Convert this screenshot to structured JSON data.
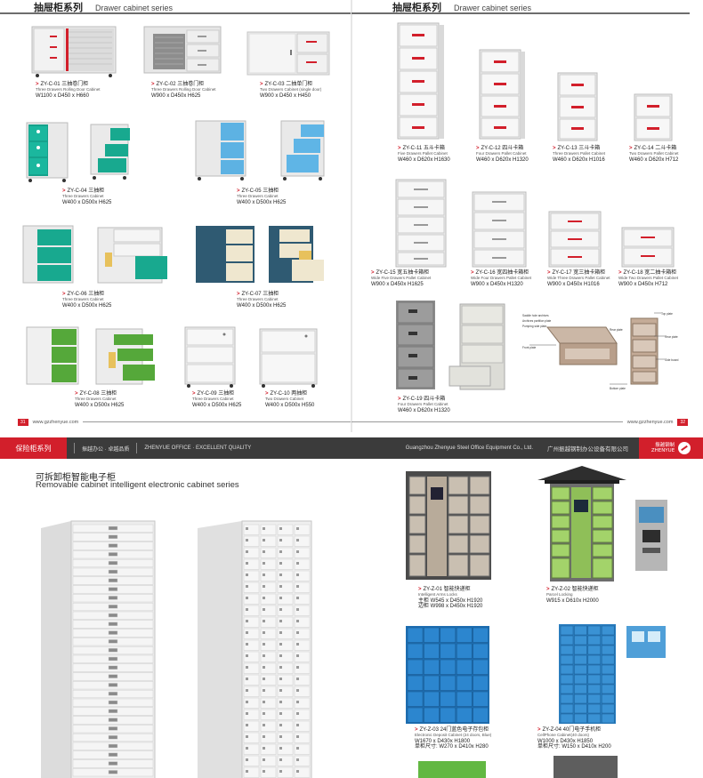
{
  "top_left": {
    "section_cn": "抽屉柜系列",
    "section_en": "Drawer cabinet series",
    "page_number": "31",
    "url": "www.gzzhenyue.com",
    "products": [
      {
        "code": "ZY-C-01 三抽卷门柜",
        "en": "Three Drawers Rolling Door Cabinet",
        "dim": "W1100 x D450 x H660"
      },
      {
        "code": "ZY-C-02 三抽卷门柜",
        "en": "Three Drawers Rolling Door Cabinet",
        "dim": "W900 x D450x H625"
      },
      {
        "code": "ZY-C-03 二抽单门柜",
        "en": "Two Drawers Cabinet (single door)",
        "dim": "W900 x D450 x H450"
      },
      {
        "code": "ZY-C-04 三抽柜",
        "en": "Three Drawers Cabinet",
        "dim": "W400 x D500x H625"
      },
      {
        "code": "ZY-C-05 三抽柜",
        "en": "Three Drawers Cabinet",
        "dim": "W400 x D500x H625"
      },
      {
        "code": "ZY-C-06 三抽柜",
        "en": "Three Drawers Cabinet",
        "dim": "W400 x D500x H625"
      },
      {
        "code": "ZY-C-07 三抽柜",
        "en": "Three Drawers Cabinet",
        "dim": "W400 x D500x H625"
      },
      {
        "code": "ZY-C-08 三抽柜",
        "en": "Three Drawers Cabinet",
        "dim": "W400 x D500x H625"
      },
      {
        "code": "ZY-C-09 三抽柜",
        "en": "Three Drawers Cabinet",
        "dim": "W400 x D500x H625"
      },
      {
        "code": "ZY-C-10 两抽柜",
        "en": "Two Drawers Cabinet",
        "dim": "W400 x D500x H550"
      }
    ]
  },
  "top_right": {
    "section_cn": "抽屉柜系列",
    "section_en": "Drawer cabinet series",
    "page_number": "32",
    "url": "www.gzzhenyue.com",
    "products": [
      {
        "code": "ZY-C-11 五斗卡箱",
        "en": "Five Drawers Pallet Cabinet",
        "dim": "W460 x D620x H1630"
      },
      {
        "code": "ZY-C-12 四斗卡箱",
        "en": "Four Drawers Pallet Cabinet",
        "dim": "W460 x D620x H1320"
      },
      {
        "code": "ZY-C-13 三斗卡箱",
        "en": "Three Drawers Pallet Cabinet",
        "dim": "W460 x D620x H1016"
      },
      {
        "code": "ZY-C-14 二斗卡箱",
        "en": "Two Drawers Pallet Cabinet",
        "dim": "W460 x D620x H712"
      },
      {
        "code": "ZY-C-15 宽五抽卡箱柜",
        "en": "Wide Five Drawers Pallet Cabinet",
        "dim": "W900 x D450x H1625"
      },
      {
        "code": "ZY-C-16 宽四抽卡箱柜",
        "en": "Wide Four Drawers Pallet Cabinet",
        "dim": "W900 x D450x H1320"
      },
      {
        "code": "ZY-C-17 宽三抽卡箱柜",
        "en": "Wide Three Drawers Pallet Cabinet",
        "dim": "W900 x D450x H1016"
      },
      {
        "code": "ZY-C-18 宽二抽卡箱柜",
        "en": "Wide Two Drawers Pallet Cabinet",
        "dim": "W900 x D450x H712"
      },
      {
        "code": "ZY-C-19 四斗卡箱",
        "en": "Four Drawers Pallet Cabinet",
        "dim": "W460 x D620x H1320"
      }
    ],
    "diagram_labels": {
      "top_plate": "Top plate",
      "rear_plate": "Rear plate",
      "side_board": "Side board",
      "bottom_plate": "Bottom plate",
      "front_plate": "Front plate",
      "partition": "Archives partition plate",
      "pumping_side": "Pumping side plate",
      "saddle": "Saddle hole archives"
    }
  },
  "banner": {
    "series": "保险柜系列",
    "slogan_cn": "振越办公 · 卓越品质",
    "slogan_en": "ZHENYUE OFFICE · EXCELLENT QUALITY",
    "company_en": "Guangzhou Zhenyue Steel Office Equipment Co., Ltd.",
    "company_cn": "广州振越钢制办公设备有限公司",
    "logo_cn": "振越钢制",
    "logo_en": "ZHENYUE"
  },
  "bottom": {
    "title_cn": "可拆卸柜智能电子柜",
    "title_en": "Removable cabinet intelligent electronic cabinet series",
    "products": [
      {
        "code": "ZY-Z-01 智能快递柜",
        "en": "Intelligent Arms Locks",
        "dim1": "主柜 W545 x D450x H1920",
        "dim2": "边柜 W998 x D450x H1920"
      },
      {
        "code": "ZY-Z-02 智能快递柜",
        "en": "Parcel Locking",
        "dim1": "W915 x D610x H2000"
      },
      {
        "code": "ZY-Z-03  24门蓝色电子存包柜",
        "en": "Electronic Deposit Cabinet (24 doors, Blue)",
        "dim1": "W1670 x D430x H1800",
        "dim2": "单柜尺寸: W270 x D410x H280"
      },
      {
        "code": "ZY-Z-04  40门电子手机柜",
        "en": "CellPhone Cabinet(40 doors)",
        "dim1": "W1000 x D430x H1850",
        "dim2": "单柜尺寸: W150 x D410x H200"
      }
    ]
  }
}
